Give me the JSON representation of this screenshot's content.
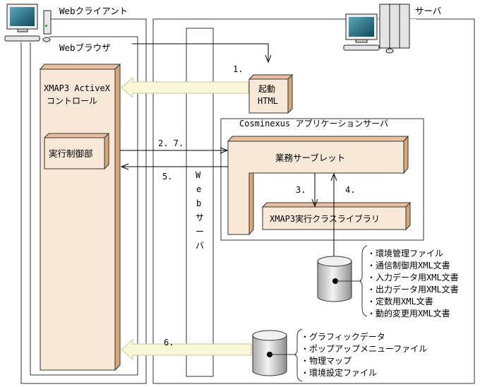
{
  "client": {
    "title": "Webクライアント",
    "browser_title": "Webブラウザ",
    "activex_line1": "XMAP3 ActiveX",
    "activex_line2": "コントロール",
    "exec_control": "実行制御部"
  },
  "server": {
    "title": "サーバ",
    "web_server_chars": [
      "W",
      "e",
      "b",
      "サ",
      "ー",
      "バ"
    ],
    "startup_html_line1": "起動",
    "startup_html_line2": "HTML",
    "app_server_title": "Cosminexus アプリケーションサーバ",
    "servlet": "業務サーブレット",
    "library": "XMAP3実行クラスライブラリ"
  },
  "steps": {
    "s1": "1.",
    "s27": "2. 7.",
    "s3": "3.",
    "s4": "4.",
    "s5": "5.",
    "s6": "6."
  },
  "db1_files": [
    "・環境管理ファイル",
    "・通信制御用XML文書",
    "・入力データ用XML文書",
    "・出力データ用XML文書",
    "・定数用XML文書",
    "・動的変更用XML文書"
  ],
  "db2_files": [
    "・グラフィックデータ",
    "・ポップアップメニューファイル",
    "・物理マップ",
    "・環境設定ファイル"
  ],
  "colors": {
    "component_face": "#f8e8d8",
    "component_side": "#d8a878",
    "component_top": "#e8c0a0",
    "data_arrow": "#f8f8d8",
    "data_arrow_stroke": "#c8c8a0"
  }
}
